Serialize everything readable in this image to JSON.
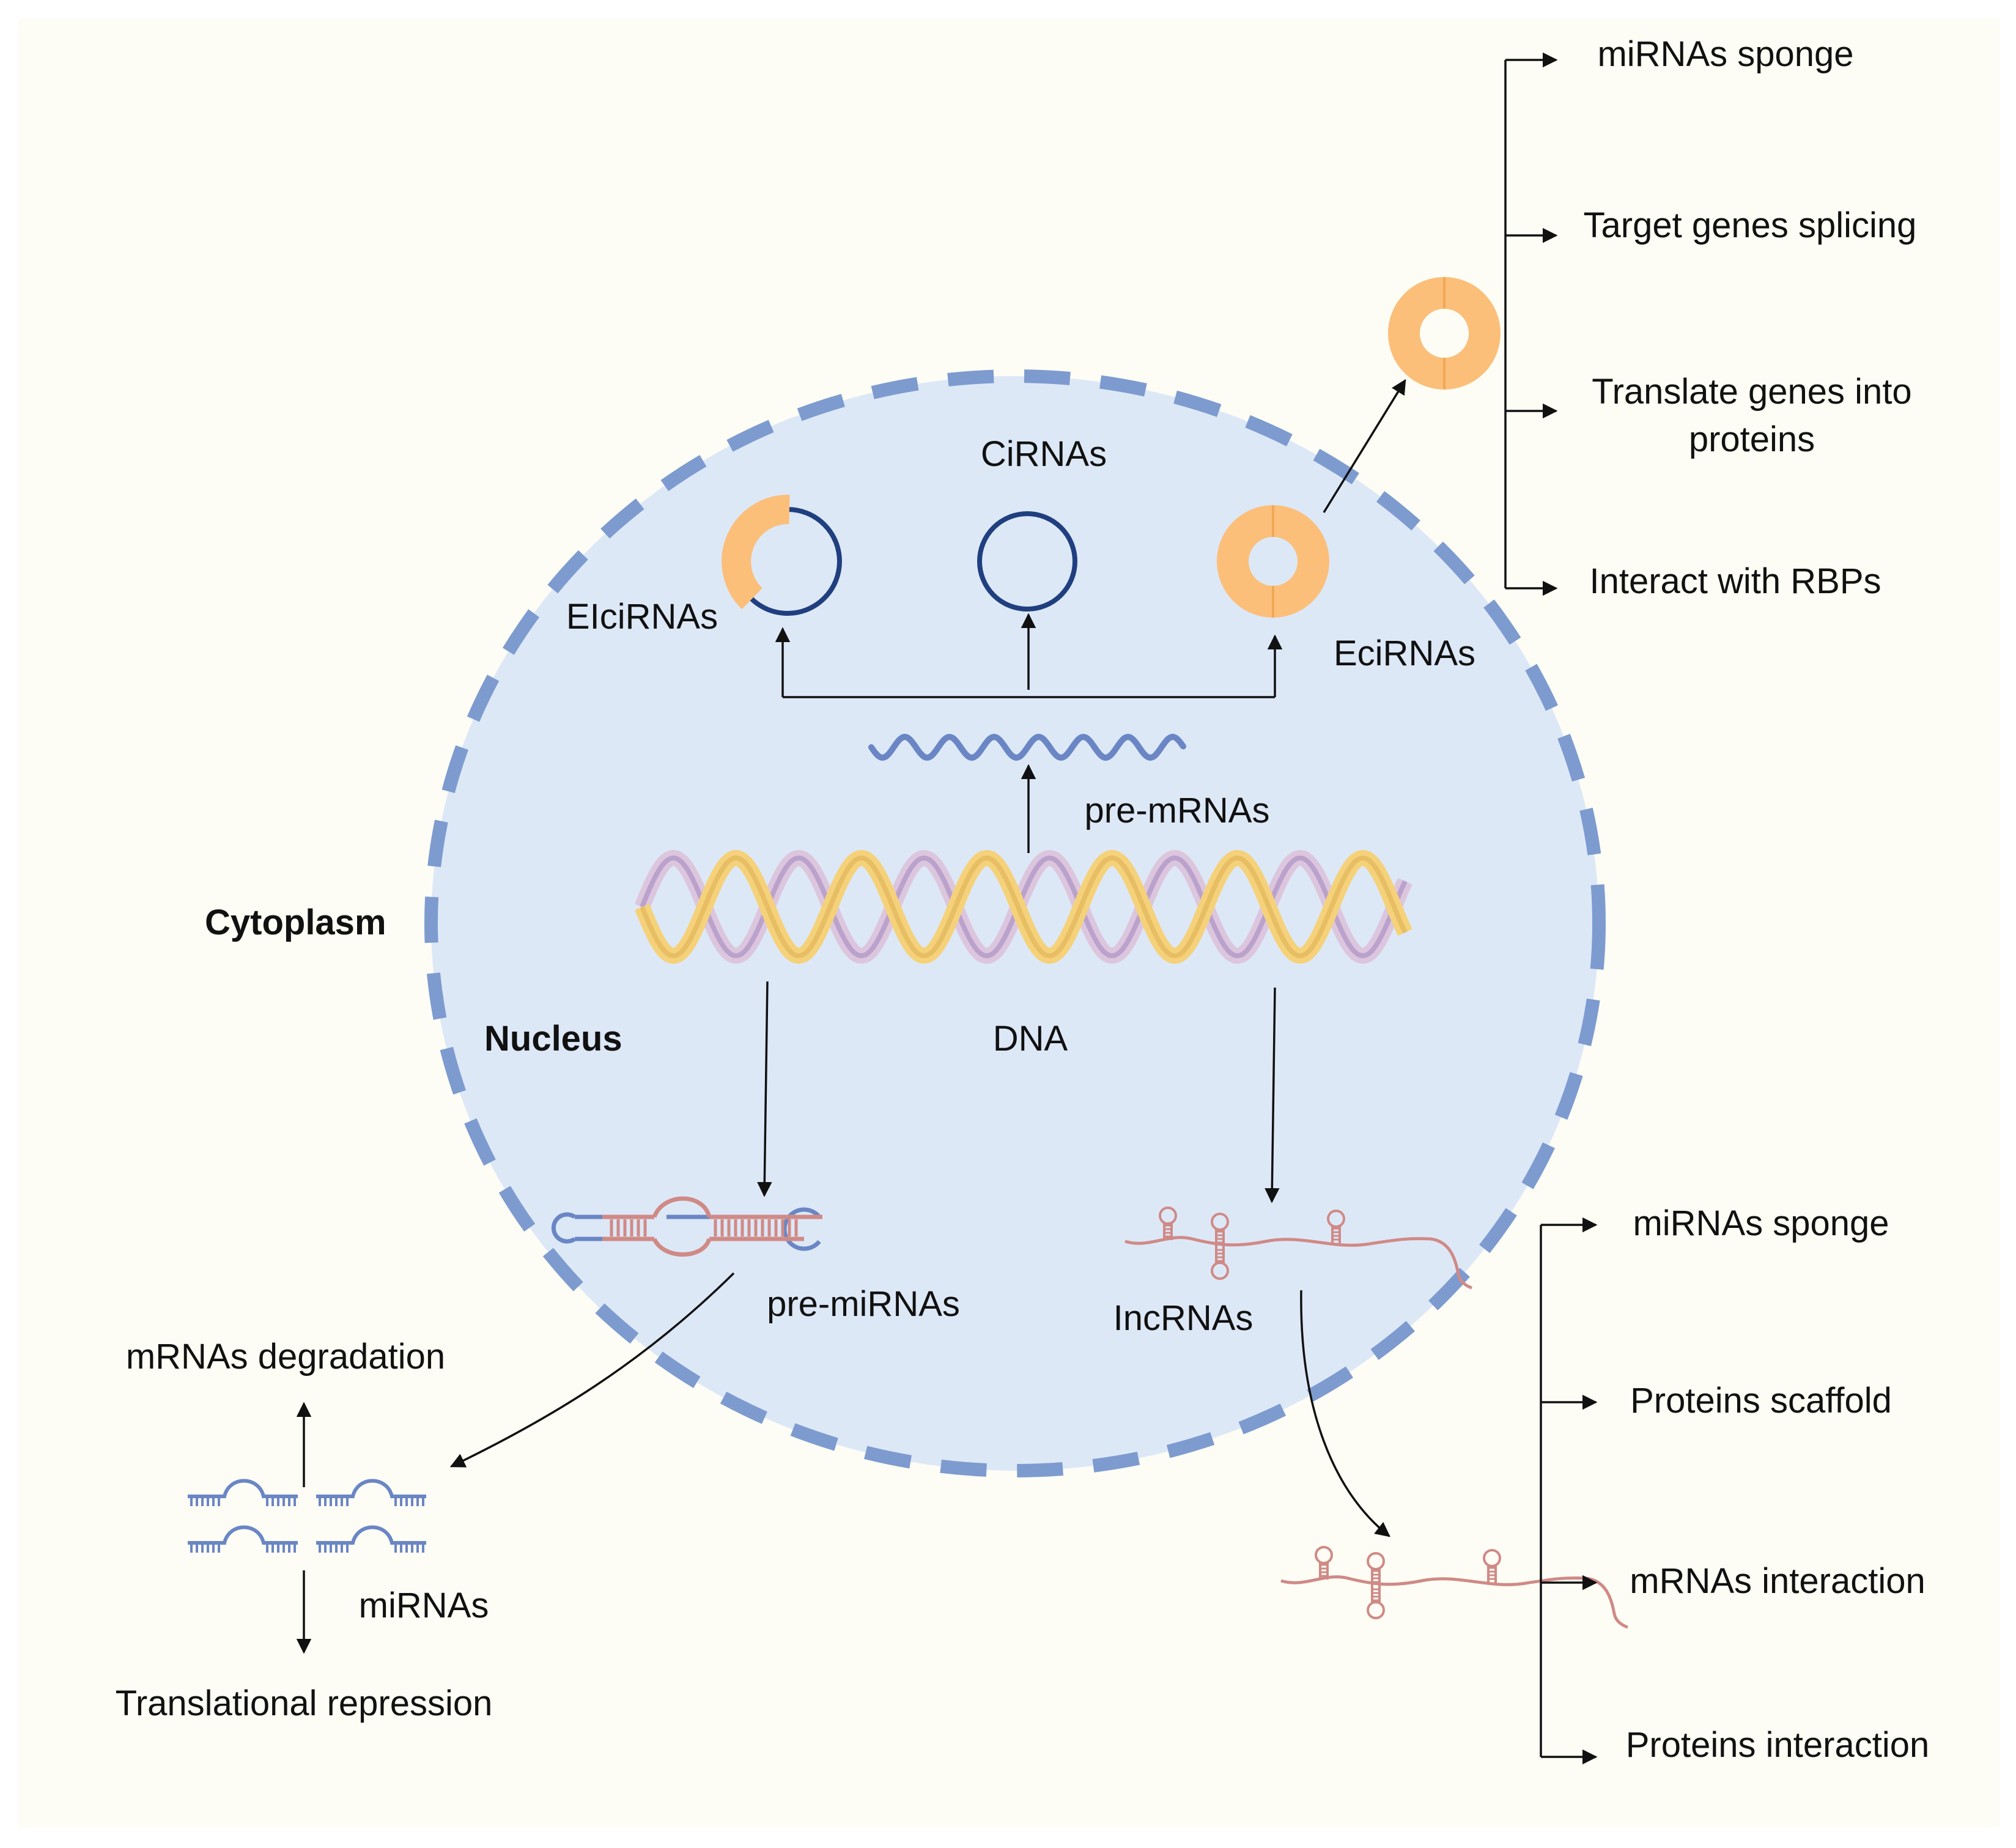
{
  "labels": {
    "cytoplasm": "Cytoplasm",
    "nucleus": "Nucleus",
    "dna": "DNA",
    "pre_mrnas": "pre-mRNAs",
    "cirnas": "CiRNAs",
    "elcirnas": "EIciRNAs",
    "ecirnas": "EciRNAs",
    "pre_mirnas": "pre-miRNAs",
    "lncrnas": "IncRNAs",
    "mirnas": "miRNAs"
  },
  "ecirna_functions": [
    "miRNAs sponge",
    "Target genes splicing",
    "Translate genes into",
    "proteins",
    "Interact with RBPs"
  ],
  "lncrna_functions": [
    "miRNAs sponge",
    "Proteins scaffold",
    "mRNAs interaction",
    "Proteins interaction"
  ],
  "mirna_functions": {
    "up": "mRNAs degradation",
    "down": "Translational repression"
  },
  "colors": {
    "background": "#fdfdf5",
    "nucleus_fill": "#dde8f7",
    "nucleus_border": "#7d9bcf",
    "circle_blue": "#1f3f7f",
    "ring_orange": "#fbbf7a",
    "dna_yellow": "#f5d27a",
    "dna_purple": "#a58ac0",
    "dna_pink": "#dcc6de",
    "rna_pink": "#d08a86",
    "rna_blue": "#6a86c4"
  }
}
